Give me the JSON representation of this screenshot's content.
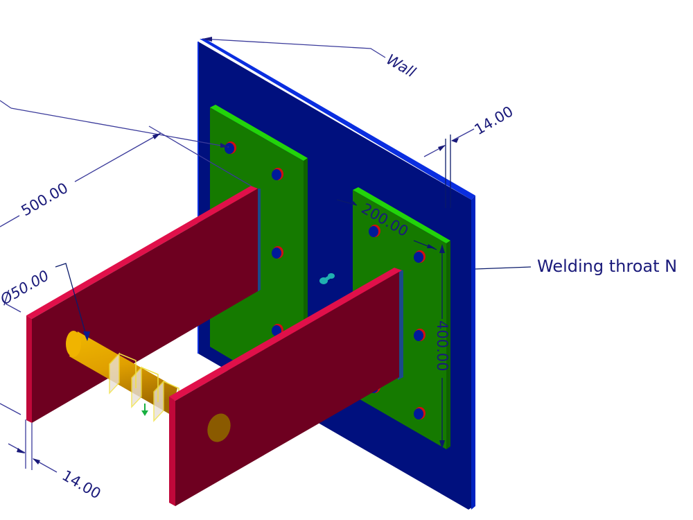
{
  "view": {
    "type": "isometric CAD assembly view",
    "colors": {
      "wall_face": "#00107e",
      "wall_edge": "#0a2ee0",
      "plate_face": "#157a00",
      "plate_edge": "#22d40a",
      "fin_face": "#6e0020",
      "fin_edge": "#e0104a",
      "fin_weld": "#1a4a8a",
      "pin": "#e0a000",
      "bolt_hole": "#001a9a",
      "bolt_rim": "#d01010",
      "dimension": "#1a1a7a",
      "background": "#ffffff"
    }
  },
  "annotations": {
    "wall_label": "Wall",
    "welding_label": "Welding throat N",
    "dim_plate_thickness": "14.00",
    "dim_fin_thickness": "14.00",
    "dim_length": "500.00",
    "dim_pin_diameter": "Ø50.00",
    "dim_plate_width": "200.00",
    "dim_plate_height": "400.00"
  }
}
